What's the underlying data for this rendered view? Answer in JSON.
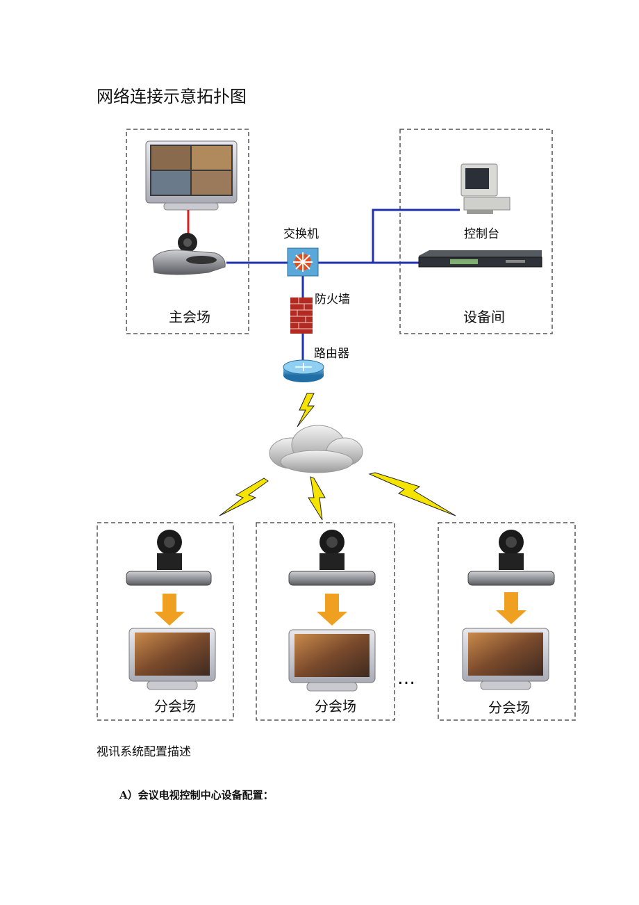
{
  "doc": {
    "title": "网络连接示意拓扑图",
    "section_heading": "视讯系统配置描述",
    "sub_heading": "A）会议电视控制中心设备配置："
  },
  "diagram": {
    "main_venue": "主会场",
    "equipment_room": "设备间",
    "switch": "交换机",
    "firewall": "防火墙",
    "router": "路由器",
    "console": "控制台",
    "branch_venues": [
      "分会场",
      "分会场",
      "分会场"
    ],
    "ellipsis": "…",
    "colors": {
      "link": "#1f2fae",
      "tv_link": "#d91f1f",
      "arrow": "#f0a020",
      "bolt": "#f5e400"
    }
  }
}
